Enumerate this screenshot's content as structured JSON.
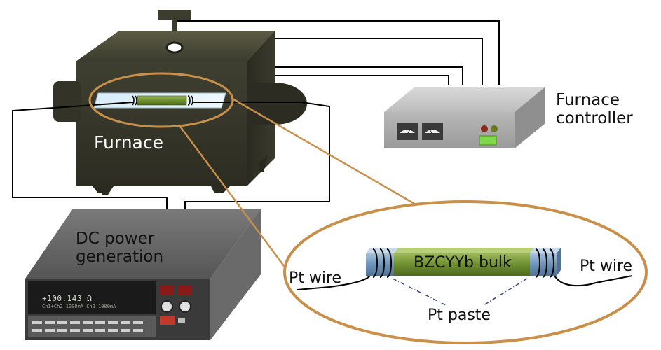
{
  "labels": {
    "furnace": "Furnace",
    "furnace_controller_line1": "Furnace",
    "furnace_controller_line2": "controller",
    "dc_line1": "DC power",
    "dc_line2": "generation",
    "pt_wire_left": "Pt wire",
    "pt_wire_right": "Pt wire",
    "bulk": "BZCYYb bulk",
    "pt_paste": "Pt paste"
  },
  "meter_display": {
    "main": "+100.143 Ω",
    "sub": "Ch1+Ch2  1000mA    Ch2  1000mA"
  },
  "colors": {
    "furnace_body": "#3a3a2c",
    "magnifier_ring": "#c8904a",
    "sample_green": "#7a9a3a",
    "controller_body": "#c8c8c8"
  }
}
